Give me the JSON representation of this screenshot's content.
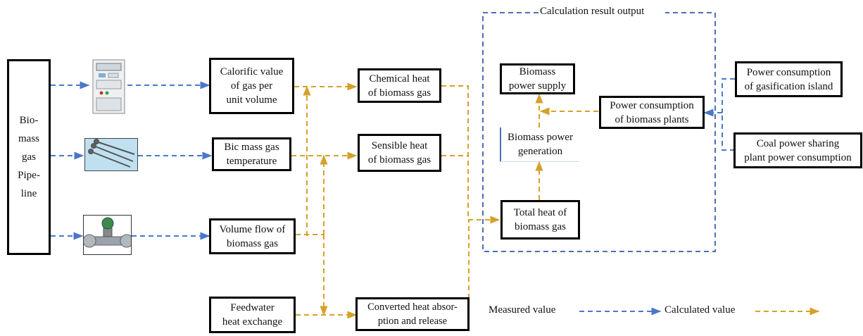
{
  "diagram": {
    "group_label": "Calculation result output",
    "pipeline_label": [
      "Bio-",
      "mass",
      "gas",
      "Pipe-",
      "line"
    ],
    "boxes": {
      "calorific": [
        "Calorific value",
        "of gas per",
        "unit volume"
      ],
      "temperature": [
        "Bic mass gas",
        "temperature"
      ],
      "volume_flow": [
        "Volume flow of",
        "biomass gas"
      ],
      "feedwater": [
        "Feedwater",
        "heat exchange"
      ],
      "chemical_heat": [
        "Chemical heat",
        "of biomass gas"
      ],
      "sensible_heat": [
        "Sensible heat",
        "of biomass gas"
      ],
      "converted_heat": [
        "Converted heat absor-",
        "ption and release"
      ],
      "total_heat": [
        "Total heat of",
        "biomass gas"
      ],
      "power_generation": [
        "Biomass power",
        "generation"
      ],
      "power_supply": [
        "Biomass",
        "power supply"
      ],
      "plant_consumption": [
        "Power consumption",
        "of biomass plants"
      ],
      "gasification_consumption": [
        "Power consumption",
        "of gasification island"
      ],
      "coal_sharing": [
        "Coal power sharing",
        "plant power consumption"
      ]
    },
    "sensors": [
      "gas-analyzer-cabinet-icon",
      "temperature-probes-icon",
      "flowmeter-icon"
    ],
    "legend": {
      "measured": "Measured value",
      "calculated": "Calculated value"
    },
    "colors": {
      "measured": "#4a78c8",
      "calculated": "#d4a12a",
      "group_border": "#4a6fb5",
      "box_border": "#000000"
    }
  }
}
